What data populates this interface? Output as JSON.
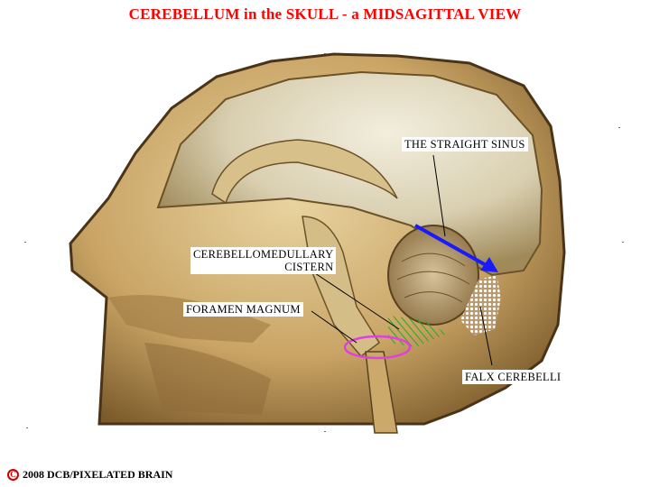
{
  "title": "CEREBELLUM in the SKULL - a MIDSAGITTAL VIEW",
  "labels": {
    "straight_sinus": "THE STRAIGHT SINUS",
    "cistern_line1": "CEREBELLOMEDULLARY",
    "cistern_line2": "CISTERN",
    "foramen": "FORAMEN MAGNUM",
    "falx": "FALX CEREBELLI"
  },
  "copyright": {
    "symbol": "C",
    "text": "2008  DCB/PIXELATED BRAIN"
  },
  "colors": {
    "title": "#ff0000",
    "copyright": "#cc0000",
    "arrow": "#1a1aff",
    "ellipse": "#e040e0",
    "hatch": "#22aa22",
    "falx_dots": "#ffffff"
  }
}
